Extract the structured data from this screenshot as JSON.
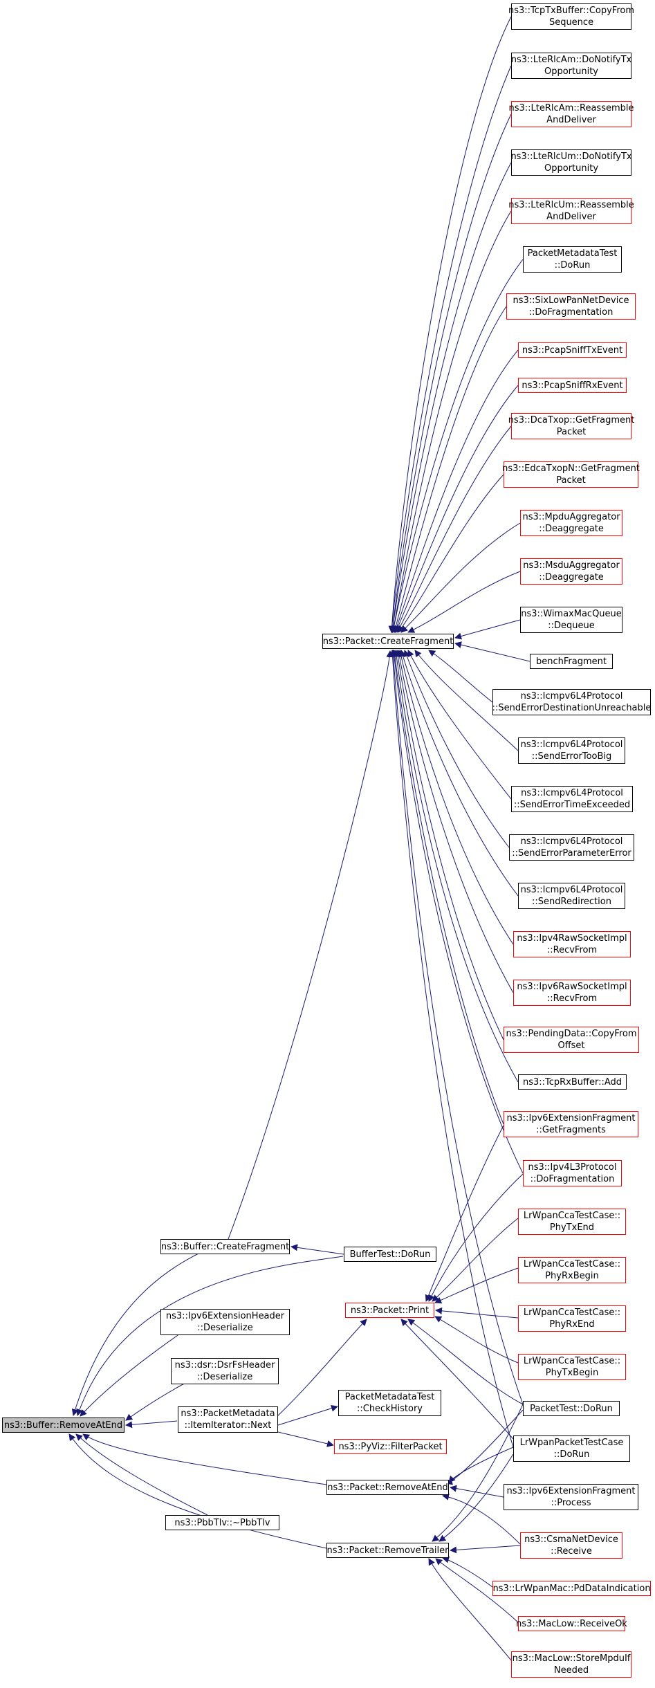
{
  "colors": {
    "edge": "#191970",
    "node_border": "#000000",
    "node_border_link_missing": "#ff0000",
    "root_fill": "#bfbfbf"
  },
  "nodes": {
    "remove_at_end_root": "ns3::Buffer::RemoveAtEnd",
    "buffer_create_fragment": "ns3::Buffer::CreateFragment",
    "ipv6_ext_header_deserialize": "ns3::Ipv6ExtensionHeader\n::Deserialize",
    "dsr_fs_header_deserialize": "ns3::dsr::DsrFsHeader\n::Deserialize",
    "packet_metadata_next": "ns3::PacketMetadata\n::ItemIterator::Next",
    "packet_remove_at_end": "ns3::Packet::RemoveAtEnd",
    "pbbtlv_destructor": "ns3::PbbTlv::~PbbTlv",
    "packet_remove_trailer": "ns3::Packet::RemoveTrailer",
    "packet_create_fragment": "ns3::Packet::CreateFragment",
    "buffer_test_dorun": "BufferTest::DoRun",
    "packet_print": "ns3::Packet::Print",
    "packet_metadata_test_check_history": "PacketMetadataTest\n::CheckHistory",
    "pyviz_filter_packet": "ns3::PyViz::FilterPacket",
    "tcptx_copy_from_sequence": "ns3::TcpTxBuffer::CopyFrom\nSequence",
    "lte_rlc_am_do_notify": "ns3::LteRlcAm::DoNotifyTx\nOpportunity",
    "lte_rlc_am_reassemble": "ns3::LteRlcAm::Reassemble\nAndDeliver",
    "lte_rlc_um_do_notify": "ns3::LteRlcUm::DoNotifyTx\nOpportunity",
    "lte_rlc_um_reassemble": "ns3::LteRlcUm::Reassemble\nAndDeliver",
    "packet_metadata_test_dorun": "PacketMetadataTest\n::DoRun",
    "sixlowpan_do_fragmentation": "ns3::SixLowPanNetDevice\n::DoFragmentation",
    "pcap_sniff_tx": "ns3::PcapSniffTxEvent",
    "pcap_sniff_rx": "ns3::PcapSniffRxEvent",
    "dca_txop_get_fragment": "ns3::DcaTxop::GetFragment\nPacket",
    "edca_txopn_get_fragment": "ns3::EdcaTxopN::GetFragment\nPacket",
    "mpdu_aggregator_deaggregate": "ns3::MpduAggregator\n::Deaggregate",
    "msdu_aggregator_deaggregate": "ns3::MsduAggregator\n::Deaggregate",
    "wimax_mac_queue_dequeue": "ns3::WimaxMacQueue\n::Dequeue",
    "bench_fragment": "benchFragment",
    "icmpv6_dest_unreachable": "ns3::Icmpv6L4Protocol\n::SendErrorDestinationUnreachable",
    "icmpv6_too_big": "ns3::Icmpv6L4Protocol\n::SendErrorTooBig",
    "icmpv6_time_exceeded": "ns3::Icmpv6L4Protocol\n::SendErrorTimeExceeded",
    "icmpv6_parameter_error": "ns3::Icmpv6L4Protocol\n::SendErrorParameterError",
    "icmpv6_redirection": "ns3::Icmpv6L4Protocol\n::SendRedirection",
    "ipv4_raw_recv_from": "ns3::Ipv4RawSocketImpl\n::RecvFrom",
    "ipv6_raw_recv_from": "ns3::Ipv6RawSocketImpl\n::RecvFrom",
    "pending_data_copy_from_offset": "ns3::PendingData::CopyFrom\nOffset",
    "tcprx_add": "ns3::TcpRxBuffer::Add",
    "ipv6_ext_fragment_get_fragments": "ns3::Ipv6ExtensionFragment\n::GetFragments",
    "ipv4l3_do_fragmentation": "ns3::Ipv4L3Protocol\n::DoFragmentation",
    "lrwpan_cca_phy_tx_end": "LrWpanCcaTestCase::\nPhyTxEnd",
    "lrwpan_cca_phy_rx_begin": "LrWpanCcaTestCase::\nPhyRxBegin",
    "lrwpan_cca_phy_rx_end": "LrWpanCcaTestCase::\nPhyRxEnd",
    "lrwpan_cca_phy_tx_begin": "LrWpanCcaTestCase::\nPhyTxBegin",
    "packet_test_dorun": "PacketTest::DoRun",
    "lrwpan_packet_test_dorun": "LrWpanPacketTestCase\n::DoRun",
    "ipv6_ext_fragment_process": "ns3::Ipv6ExtensionFragment\n::Process",
    "csma_receive": "ns3::CsmaNetDevice\n::Receive",
    "lrwpan_pd_data_indication": "ns3::LrWpanMac::PdDataIndication",
    "maclow_receive_ok": "ns3::MacLow::ReceiveOk",
    "maclow_store_mpdu": "ns3::MacLow::StoreMpduIf\nNeeded"
  }
}
